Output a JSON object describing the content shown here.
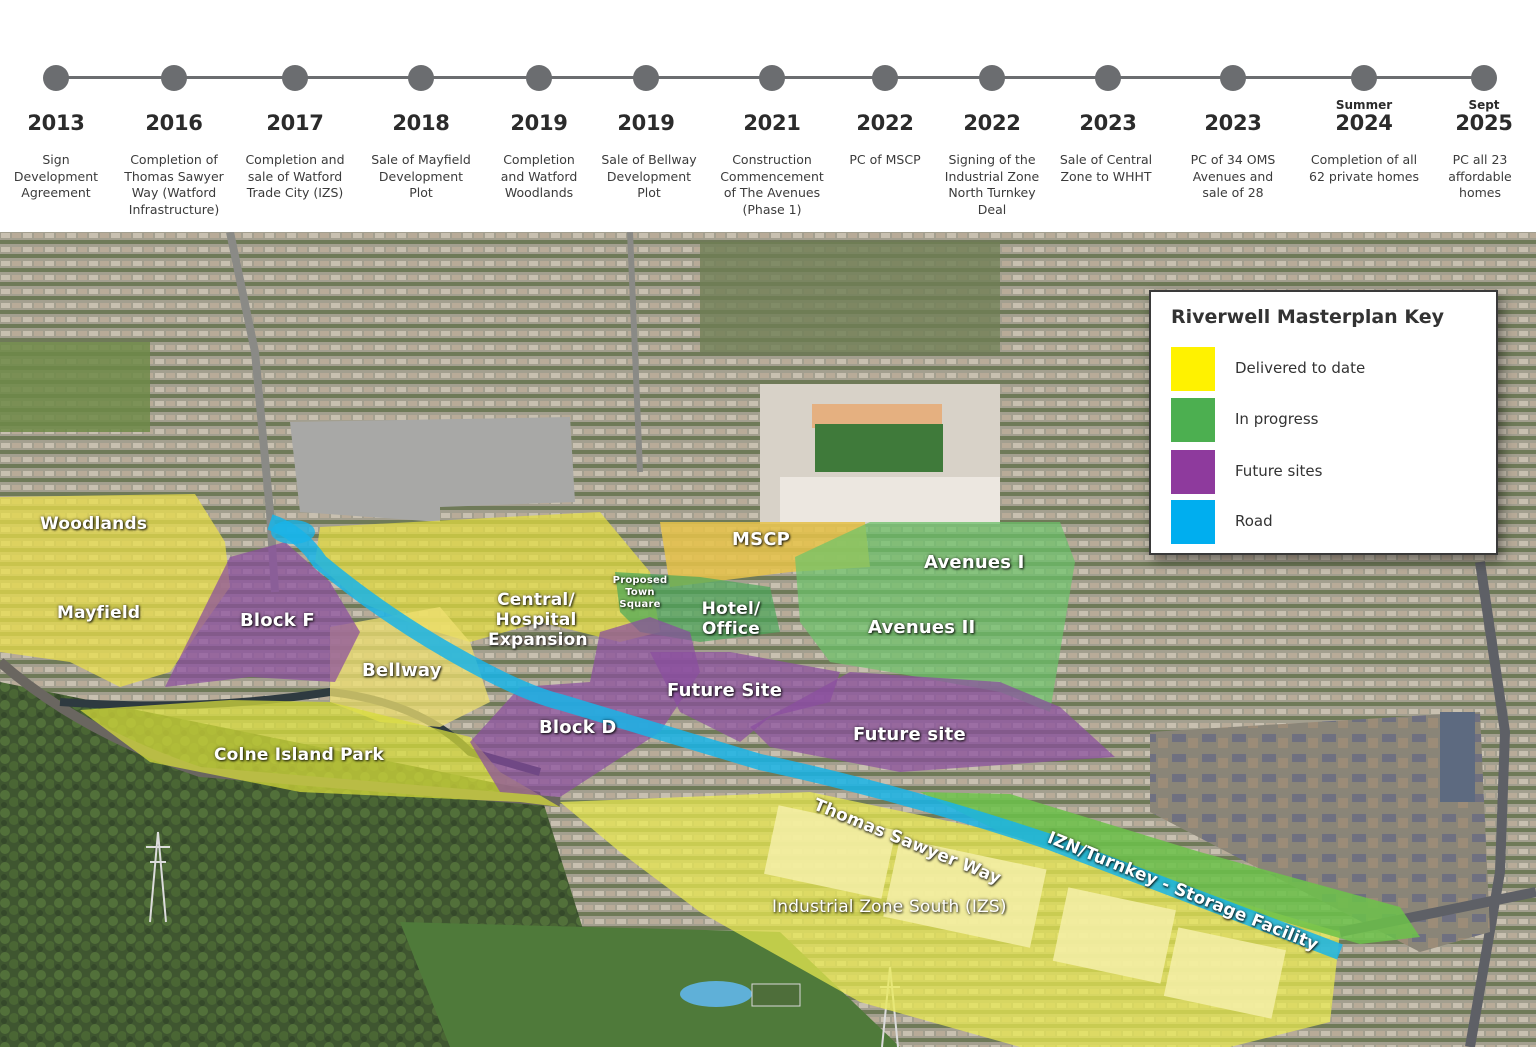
{
  "timeline": {
    "milestones": [
      {
        "season": "",
        "year": "2013",
        "description": "Sign Development Agreement"
      },
      {
        "season": "",
        "year": "2016",
        "description": "Completion of Thomas Sawyer Way (Watford Infrastructure)"
      },
      {
        "season": "",
        "year": "2017",
        "description": "Completion and sale of Watford Trade City (IZS)"
      },
      {
        "season": "",
        "year": "2018",
        "description": "Sale of Mayfield Development Plot"
      },
      {
        "season": "",
        "year": "2019",
        "description": "Completion and Watford Woodlands"
      },
      {
        "season": "",
        "year": "2019",
        "description": "Sale of Bellway Development Plot"
      },
      {
        "season": "",
        "year": "2021",
        "description": "Construction Commencement of The Avenues (Phase 1)"
      },
      {
        "season": "",
        "year": "2022",
        "description": "PC of MSCP"
      },
      {
        "season": "",
        "year": "2022",
        "description": "Signing of the Industrial Zone North Turnkey Deal"
      },
      {
        "season": "",
        "year": "2023",
        "description": "Sale of Central Zone to WHHT"
      },
      {
        "season": "",
        "year": "2023",
        "description": "PC of 34 OMS Avenues and sale of 28"
      },
      {
        "season": "Summer",
        "year": "2024",
        "description": "Completion of all 62 private homes"
      },
      {
        "season": "Sept",
        "year": "2025",
        "description": "PC all 23 affordable homes"
      }
    ]
  },
  "map": {
    "labels": {
      "woodlands": "Woodlands",
      "mayfield": "Mayfield",
      "block_f": "Block F",
      "bellway": "Bellway",
      "central_line1": "Central/",
      "central_line2": "Hospital",
      "central_line3": "Expansion",
      "town_square_line1": "Proposed",
      "town_square_line2": "Town",
      "town_square_line3": "Square",
      "mscp": "MSCP",
      "hotel_line1": "Hotel/",
      "hotel_line2": "Office",
      "avenues_1": "Avenues I",
      "avenues_2": "Avenues II",
      "future_site_1": "Future Site",
      "future_site_2": "Future site",
      "block_d": "Block D",
      "colne_island_park": "Colne Island Park",
      "thomas_sawyer_way": "Thomas Sawyer Way",
      "izn_turnkey": "IZN/Turnkey - Storage Facility",
      "izs": "Industrial Zone South (IZS)"
    }
  },
  "key": {
    "title": "Riverwell Masterplan Key",
    "items": [
      {
        "label": "Delivered to date",
        "color": "#fff200"
      },
      {
        "label": "In progress",
        "color": "#4caf50"
      },
      {
        "label": "Future sites",
        "color": "#8e3a9d"
      },
      {
        "label": "Road",
        "color": "#00aeef"
      }
    ]
  },
  "colors": {
    "timeline_line": "#6b6d70",
    "delivered": "#fff200",
    "in_progress": "#4caf50",
    "future": "#8e3a9d",
    "road": "#00aeef"
  }
}
